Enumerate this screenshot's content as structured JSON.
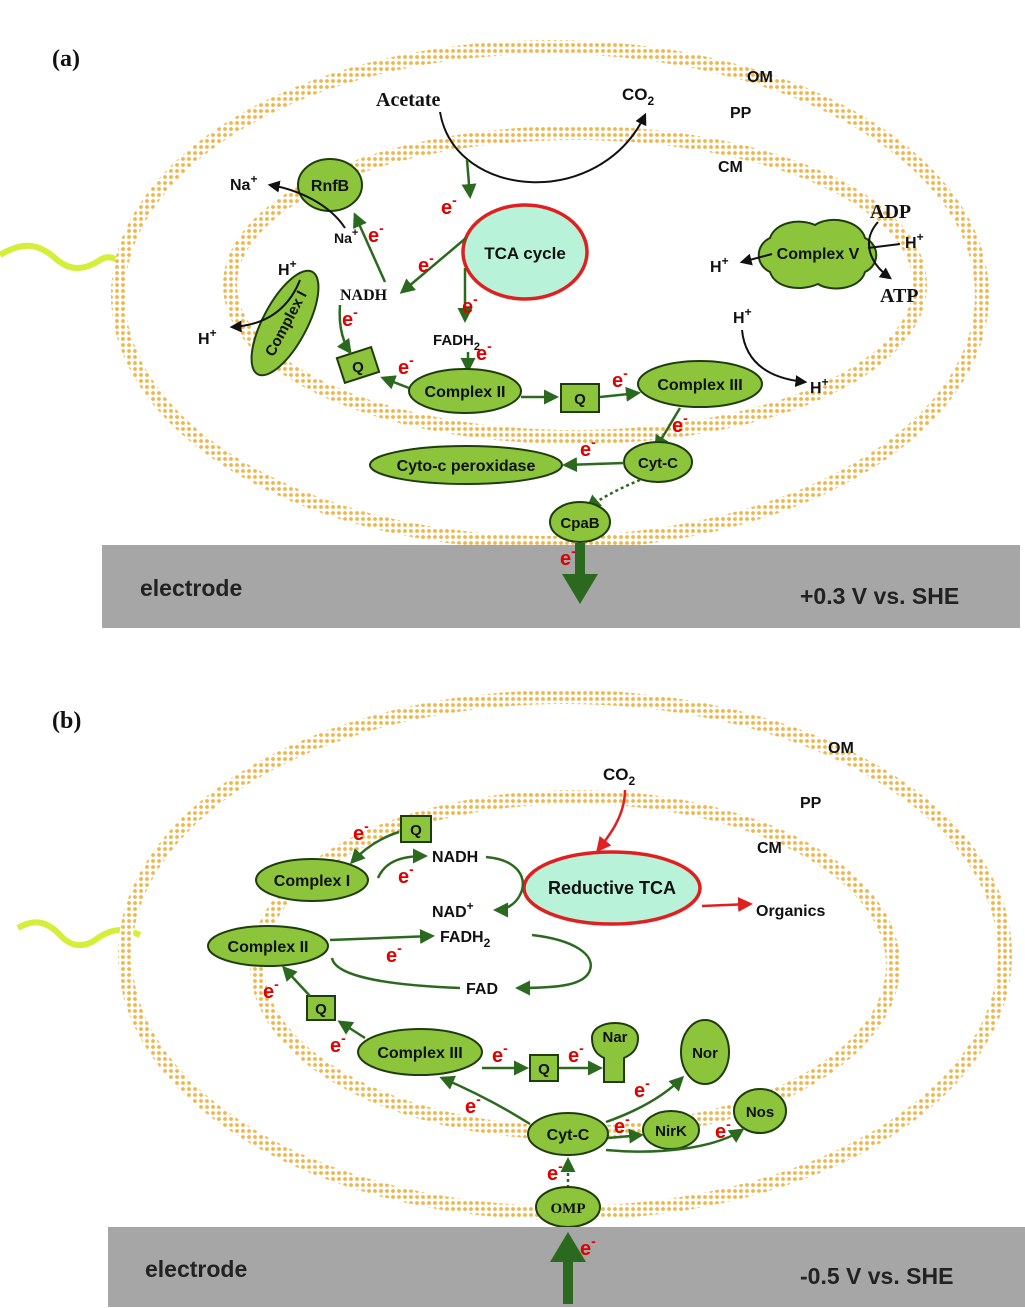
{
  "colors": {
    "membrane": "#f2b54a",
    "enzyme_fill": "#8cc43c",
    "tca_fill": "#b7f2d9",
    "tca_border": "#e02020",
    "electron": "#e00000",
    "electrode": "#a6a6a6",
    "pathway_arrow": "#2b6a1e",
    "flagellum": "#d4ee3a"
  },
  "panel_a": {
    "label": "(a)",
    "om": "OM",
    "pp": "PP",
    "cm": "CM",
    "acetate": "Acetate",
    "co2": "CO",
    "co2_sub": "2",
    "na_out": "Na",
    "na_in": "Na",
    "plus": "+",
    "rnfb": "RnfB",
    "tca": "TCA cycle",
    "nadh": "NADH",
    "fadh": "FADH",
    "fadh_sub": "2",
    "complex1": "Complex I",
    "q": "Q",
    "complex2": "Complex II",
    "complex3": "Complex III",
    "complex5": "Complex V",
    "adp": "ADP",
    "atp": "ATP",
    "h": "H",
    "cyto_peroxidase": "Cyto-c peroxidase",
    "cytc": "Cyt-C",
    "cpab": "CpaB",
    "e": "e",
    "e_sup": "-",
    "electrode": "electrode",
    "potential": "+0.3 V vs. SHE"
  },
  "panel_b": {
    "label": "(b)",
    "om": "OM",
    "pp": "PP",
    "cm": "CM",
    "co2": "CO",
    "co2_sub": "2",
    "q": "Q",
    "nadh": "NADH",
    "nad": "NAD",
    "plus": "+",
    "complex1": "Complex I",
    "reductive_tca": "Reductive TCA",
    "organics": "Organics",
    "complex2": "Complex II",
    "fadh": "FADH",
    "fadh_sub": "2",
    "fad": "FAD",
    "complex3": "Complex III",
    "nar": "Nar",
    "nor": "Nor",
    "nirk": "NirK",
    "nos": "Nos",
    "cytc": "Cyt-C",
    "omp": "OMP",
    "e": "e",
    "e_sup": "-",
    "electrode": "electrode",
    "potential": "-0.5 V vs. SHE"
  }
}
